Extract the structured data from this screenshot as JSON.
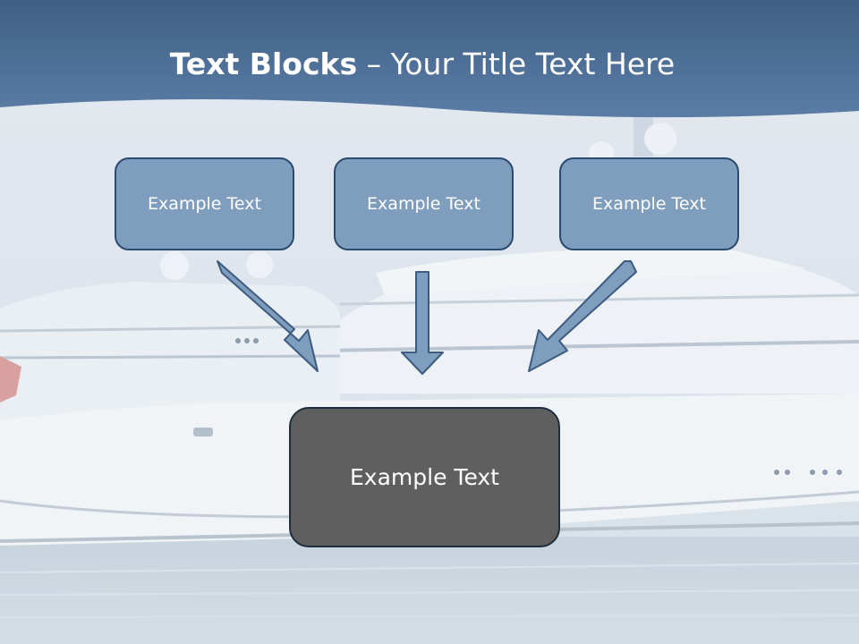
{
  "title": {
    "bold": "Text Blocks",
    "dash": " – ",
    "rest": "Your Title Text Here"
  },
  "blocks": [
    {
      "label": "Example Text"
    },
    {
      "label": "Example Text"
    },
    {
      "label": "Example Text"
    }
  ],
  "target": {
    "label": "Example Text"
  },
  "colors": {
    "header": "#4f7199",
    "box_fill": "#7f9dbd",
    "box_border": "#2b4a6f",
    "target_fill": "#5f5f5f",
    "arrow_fill": "#7f9dbd",
    "arrow_border": "#3d5b80"
  }
}
